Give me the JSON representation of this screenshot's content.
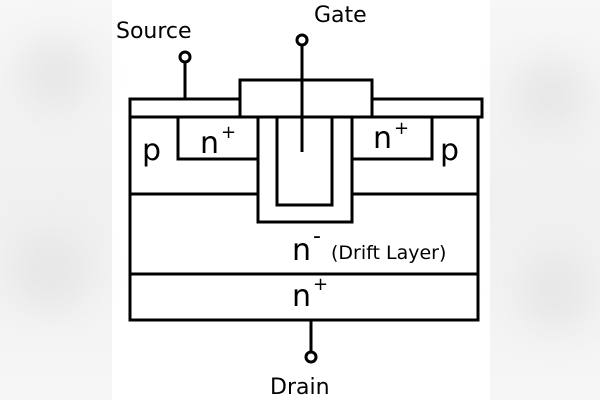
{
  "terminals": {
    "source": "Source",
    "gate": "Gate",
    "drain": "Drain"
  },
  "regions": {
    "p_left": "p",
    "p_right": "p",
    "n_plus_left": "n",
    "n_plus_left_sup": "+",
    "n_plus_right": "n",
    "n_plus_right_sup": "+",
    "drift": "n",
    "drift_sup": "-",
    "drift_note": "(Drift Layer)",
    "substrate": "n",
    "substrate_sup": "+"
  },
  "colors": {
    "line": "#000000",
    "fill": "#ffffff",
    "background_sides": "#f2f2f2"
  }
}
